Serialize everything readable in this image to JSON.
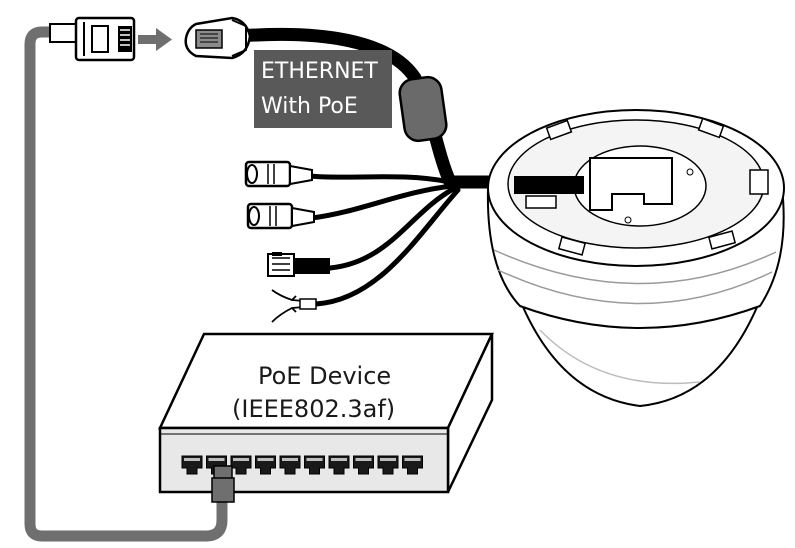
{
  "labels": {
    "ethernet_line1": "ETHERNET",
    "ethernet_line2": "With PoE",
    "poe_device_line1": "PoE Device",
    "poe_device_line2": "(IEEE802.3af)"
  },
  "switch": {
    "port_count": 10
  },
  "colors": {
    "outline": "#000000",
    "grey_cable": "#6f6f6f",
    "label_box": "#595959",
    "label_text": "#ffffff",
    "camera_fill": "#ffffff",
    "camera_shade": "#efefef",
    "switch_front": "#e8e8e8",
    "port_fill": "#1a1a1a"
  }
}
